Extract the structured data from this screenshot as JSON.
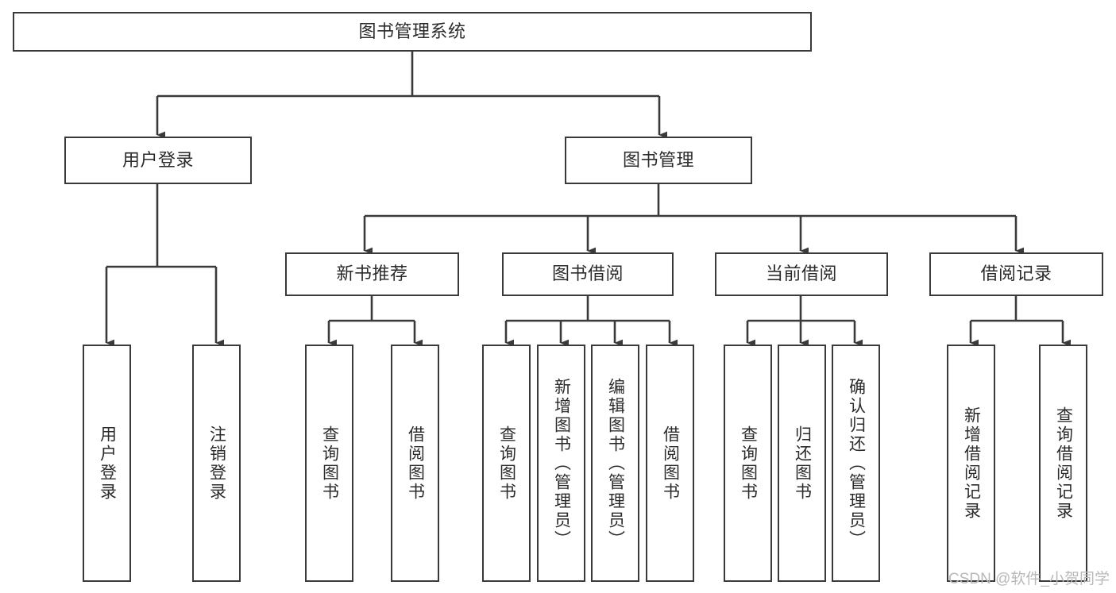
{
  "diagram": {
    "type": "tree",
    "title": "图书管理系统",
    "watermark": "CSDN @软件_小贺同学",
    "colors": {
      "stroke": "#3a3a3a",
      "text": "#2b2b2b",
      "background": "#ffffff",
      "watermark": "#b9b9b9"
    },
    "nodes": {
      "root": {
        "label": "图书管理系统",
        "level": 1,
        "orientation": "horizontal"
      },
      "l2": [
        {
          "id": "user-login",
          "label": "用户登录",
          "level": 2,
          "orientation": "horizontal"
        },
        {
          "id": "book-manage",
          "label": "图书管理",
          "level": 2,
          "orientation": "horizontal"
        }
      ],
      "l3": [
        {
          "id": "new-book-rec",
          "label": "新书推荐",
          "level": 3,
          "orientation": "horizontal",
          "parent": "book-manage"
        },
        {
          "id": "book-borrow",
          "label": "图书借阅",
          "level": 3,
          "orientation": "horizontal",
          "parent": "book-manage"
        },
        {
          "id": "current-borrow",
          "label": "当前借阅",
          "level": 3,
          "orientation": "horizontal",
          "parent": "book-manage"
        },
        {
          "id": "borrow-record",
          "label": "借阅记录",
          "level": 3,
          "orientation": "horizontal",
          "parent": "book-manage"
        }
      ],
      "leaves": [
        {
          "id": "leaf-user-login",
          "label": "用户登录",
          "parent": "user-login",
          "orientation": "vertical"
        },
        {
          "id": "leaf-user-logout",
          "label": "注销登录",
          "parent": "user-login",
          "orientation": "vertical"
        },
        {
          "id": "leaf-query-book-1",
          "label": "查询图书",
          "parent": "new-book-rec",
          "orientation": "vertical"
        },
        {
          "id": "leaf-borrow-book-1",
          "label": "借阅图书",
          "parent": "new-book-rec",
          "orientation": "vertical"
        },
        {
          "id": "leaf-query-book-2",
          "label": "查询图书",
          "parent": "book-borrow",
          "orientation": "vertical"
        },
        {
          "id": "leaf-add-book",
          "label": "新增图书（管理员）",
          "parent": "book-borrow",
          "orientation": "vertical"
        },
        {
          "id": "leaf-edit-book",
          "label": "编辑图书（管理员）",
          "parent": "book-borrow",
          "orientation": "vertical"
        },
        {
          "id": "leaf-borrow-book-2",
          "label": "借阅图书",
          "parent": "book-borrow",
          "orientation": "vertical"
        },
        {
          "id": "leaf-query-book-3",
          "label": "查询图书",
          "parent": "current-borrow",
          "orientation": "vertical"
        },
        {
          "id": "leaf-return-book",
          "label": "归还图书",
          "parent": "current-borrow",
          "orientation": "vertical"
        },
        {
          "id": "leaf-confirm-return",
          "label": "确认归还（管理员）",
          "parent": "current-borrow",
          "orientation": "vertical"
        },
        {
          "id": "leaf-add-record",
          "label": "新增借阅记录",
          "parent": "borrow-record",
          "orientation": "vertical"
        },
        {
          "id": "leaf-query-record",
          "label": "查询借阅记录",
          "parent": "borrow-record",
          "orientation": "vertical"
        }
      ]
    }
  }
}
